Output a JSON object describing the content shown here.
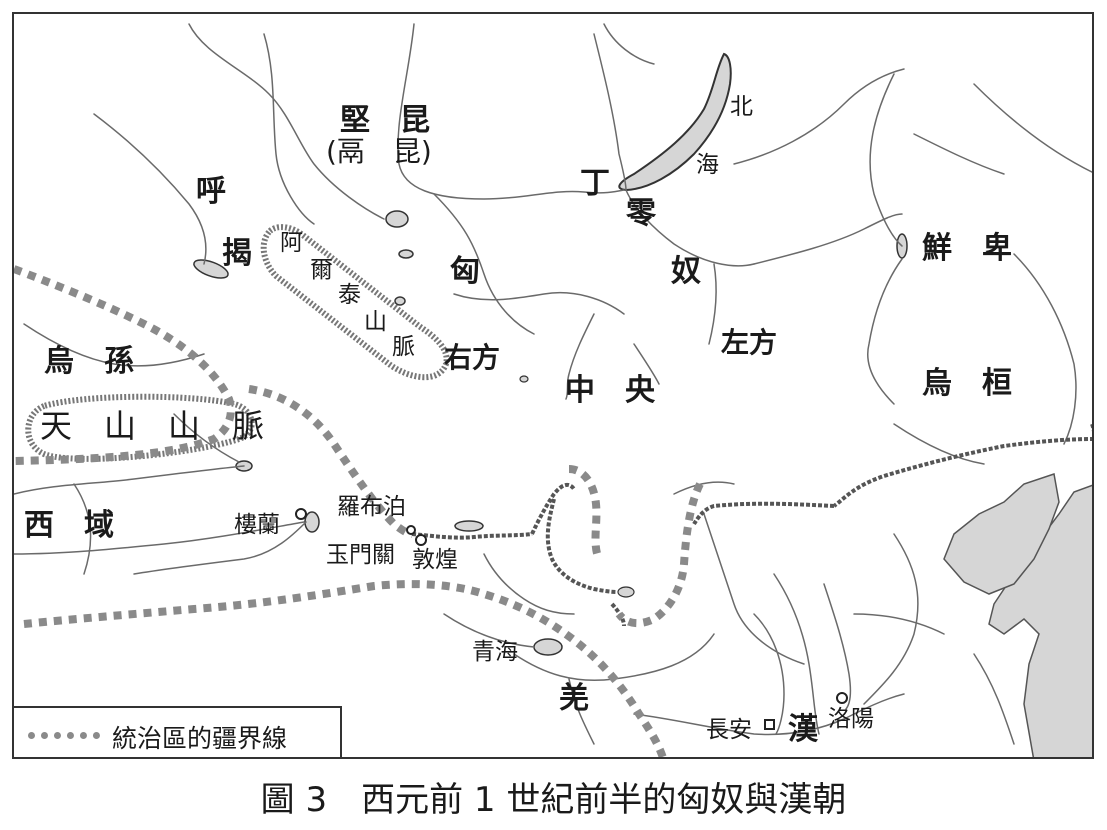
{
  "caption": "圖 3　西元前 1 世紀前半的匈奴與漢朝",
  "legend": {
    "label": "統治區的疆界線"
  },
  "colors": {
    "border_dotted": "#8a8a8a",
    "water": "#d6d6d6",
    "river": "#6a6a6a",
    "wall": "#555555"
  },
  "regions": {
    "jiankun": "堅　昆",
    "gekun": "(鬲　昆)",
    "dingling_1": "丁",
    "dingling_2": "零",
    "hujie_1": "呼",
    "hujie_2": "揭",
    "xiongnu_1": "匈",
    "xiongnu_2": "奴",
    "youfang": "右方",
    "zuofang": "左方",
    "zhongyang_1": "中",
    "zhongyang_2": "央",
    "xianbei": "鮮　卑",
    "wuhuan": "烏　桓",
    "wusun": "烏　孫",
    "xiyu": "西　域",
    "qiang": "羌",
    "han": "漢"
  },
  "features": {
    "altai": [
      "阿",
      "爾",
      "泰",
      "山",
      "脈"
    ],
    "tianshan": "天　山　山　脈",
    "beihai_1": "北",
    "beihai_2": "海",
    "loulan": "樓蘭",
    "lopnur": "羅布泊",
    "yumenguan": "玉門關",
    "dunhuang": "敦煌",
    "qinghai": "青海",
    "changan": "長安",
    "luoyang": "洛陽"
  }
}
